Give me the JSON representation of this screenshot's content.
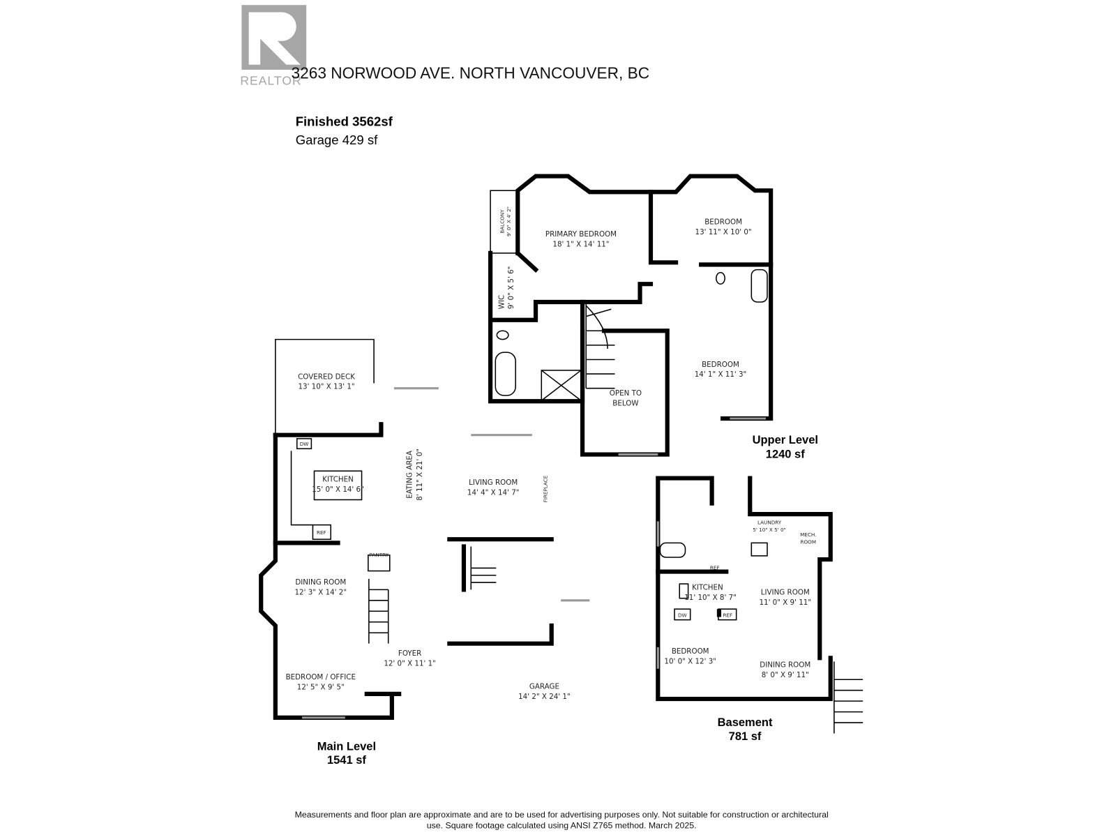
{
  "header": {
    "logo_text": "REALTOR",
    "logo_letter": "R",
    "address": "3263 NORWOOD AVE. NORTH VANCOUVER, BC",
    "finished": "Finished 3562sf",
    "garage": "Garage 429 sf"
  },
  "upper": {
    "title": "Upper Level",
    "area": "1240 sf",
    "balcony": {
      "name": "BALCONY",
      "dims": "9' 0\" X 4' 2\""
    },
    "primary": {
      "name": "PRIMARY BEDROOM",
      "dims": "18' 1\" X 14' 11\""
    },
    "bedroom1": {
      "name": "BEDROOM",
      "dims": "13' 11\" X 10' 0\""
    },
    "wic": {
      "name": "WIC",
      "dims": "9' 0\" X 5' 6\""
    },
    "bedroom2": {
      "name": "BEDROOM",
      "dims": "14' 1\" X 11' 3\""
    },
    "open1": "OPEN TO",
    "open2": "BELOW"
  },
  "main": {
    "title": "Main Level",
    "area": "1541 sf",
    "deck": {
      "name": "COVERED DECK",
      "dims": "13' 10\" X 13' 1\""
    },
    "kitchen": {
      "name": "KITCHEN",
      "dims": "15' 0\" X 14' 6\""
    },
    "eating": {
      "name": "EATING AREA",
      "dims": "8' 11\" X 21' 0\""
    },
    "living": {
      "name": "LIVING ROOM",
      "dims": "14' 4\" X 14' 7\""
    },
    "fireplace": "FIREPLACE",
    "dw": "DW",
    "ref": "REF",
    "pantry": "PANTRY",
    "dining": {
      "name": "DINING ROOM",
      "dims": "12' 3\" X 14' 2\""
    },
    "foyer": {
      "name": "FOYER",
      "dims": "12' 0\" X 11' 1\""
    },
    "office": {
      "name": "BEDROOM / OFFICE",
      "dims": "12' 5\" X 9' 5\""
    },
    "garage": {
      "name": "GARAGE",
      "dims": "14' 2\" X 24' 1\""
    }
  },
  "basement": {
    "title": "Basement",
    "area": "781 sf",
    "laundry": {
      "name": "LAUNDRY",
      "dims": "5' 10\" X 5' 0\""
    },
    "mech1": "MECH.",
    "mech2": "ROOM",
    "kitchen": {
      "name": "KITCHEN",
      "dims": "11' 10\" X 8' 7\""
    },
    "living": {
      "name": "LIVING ROOM",
      "dims": "11' 0\" X 9' 11\""
    },
    "bedroom": {
      "name": "BEDROOM",
      "dims": "10' 0\" X 12' 3\""
    },
    "dining": {
      "name": "DINING ROOM",
      "dims": "8' 0\" X 9' 11\""
    },
    "dw": "DW",
    "ref": "REF",
    "ref_small": "REF"
  },
  "footer": {
    "line1": "Measurements and floor plan are approximate and are to be used for advertising purposes only. Not suitable for construction or architectural",
    "line2": "use. Square footage calculated using ANSI Z765 method. March 2025."
  }
}
